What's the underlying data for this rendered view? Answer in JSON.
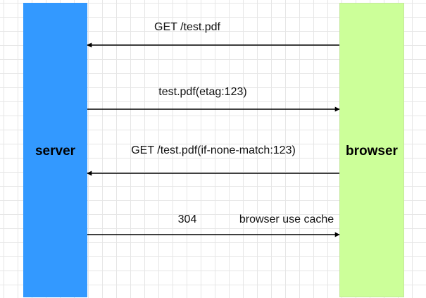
{
  "colors": {
    "server_fill": "#3399ff",
    "browser_fill": "#ccff99",
    "browser_border": "#c4e89a",
    "arrow": "#000000"
  },
  "lanes": {
    "server": {
      "label": "server"
    },
    "browser": {
      "label": "browser"
    }
  },
  "messages": [
    {
      "label": "GET /test.pdf",
      "direction": "browser-to-server"
    },
    {
      "label": "test.pdf(etag:123)",
      "direction": "server-to-browser"
    },
    {
      "label": "GET /test.pdf(if-none-match:123)",
      "direction": "browser-to-server"
    },
    {
      "label": "304",
      "note": "browser use cache",
      "direction": "server-to-browser"
    }
  ]
}
